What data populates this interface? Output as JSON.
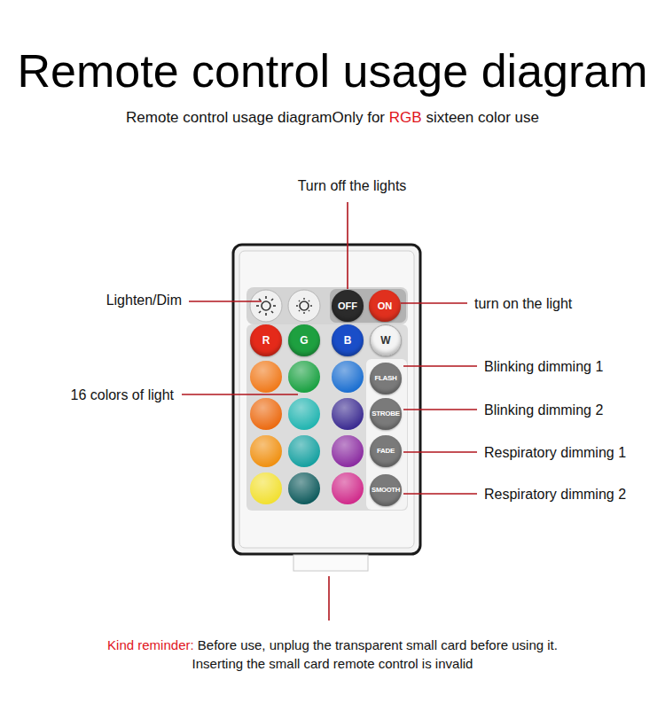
{
  "diagram": {
    "title": "Remote control usage diagram",
    "nodes": [
      {
        "text": [
          "OFF"
        ]
      },
      {
        "text": [
          "ON"
        ]
      },
      {
        "text": [
          "R"
        ]
      },
      {
        "text": [
          "G"
        ]
      },
      {
        "text": [
          "B"
        ]
      },
      {
        "text": [
          "W"
        ]
      },
      {
        "text": [
          "FLASH"
        ]
      },
      {
        "text": [
          "STROBE"
        ]
      },
      {
        "text": [
          "FADE"
        ]
      },
      {
        "text": [
          "SMOOTH"
        ]
      }
    ],
    "labels": [
      "Remote control usage diagramOnly for",
      "RGB",
      "sixteen color use",
      "Turn off the lights",
      "Lighten/Dim",
      "turn on the light",
      "16 colors of light",
      "Blinking dimming 1",
      "Blinking dimming 2",
      "Respiratory dimming 1",
      "Respiratory dimming 2",
      "Kind reminder:",
      "Before use, unplug the transparent small card before using it.",
      "Inserting the small card remote control is invalid"
    ]
  }
}
